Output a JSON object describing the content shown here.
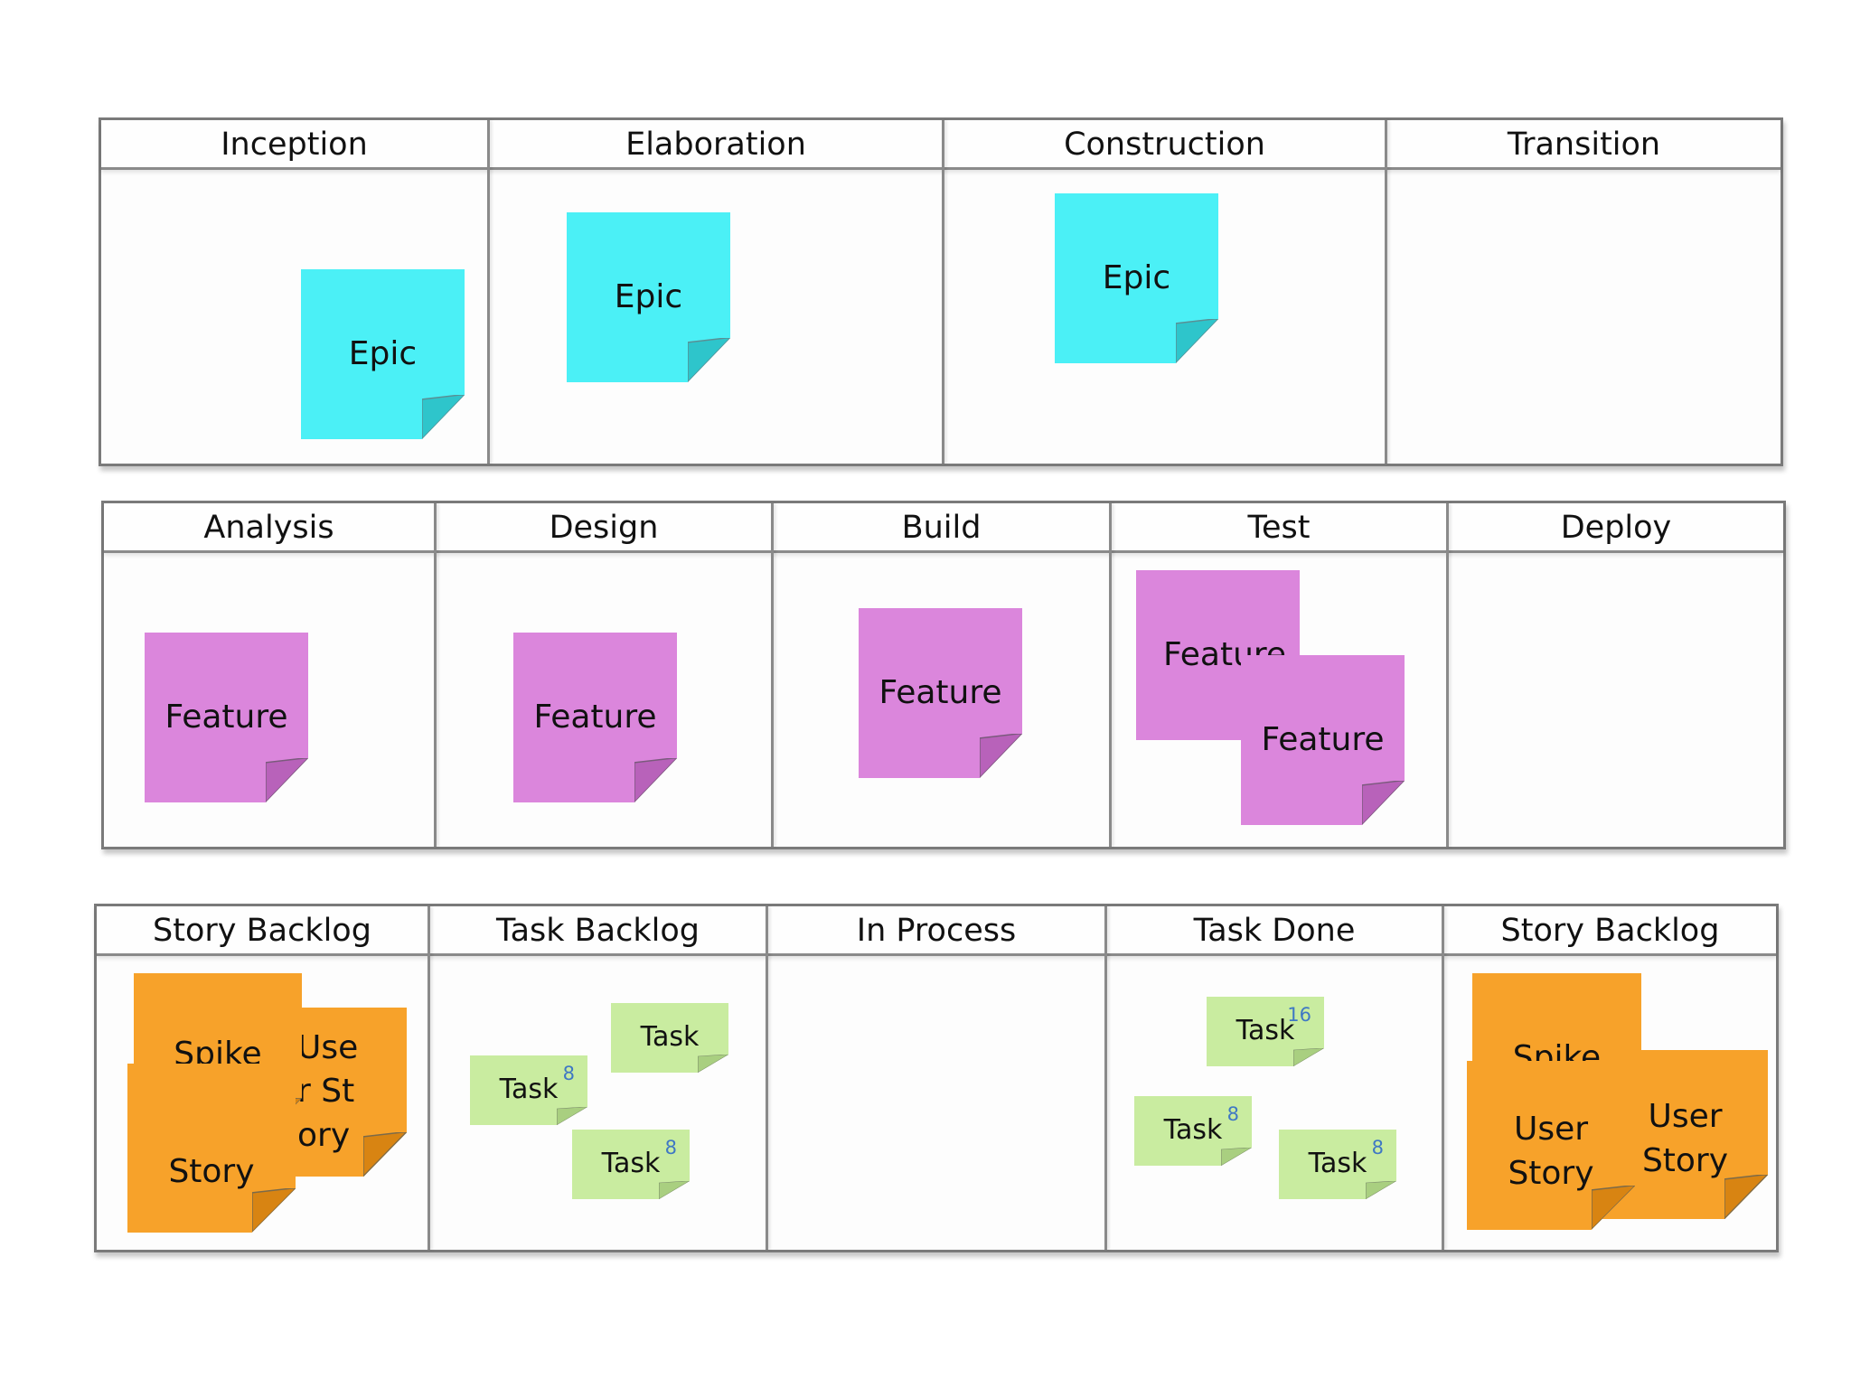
{
  "colors": {
    "epic": "#4bf0f6",
    "feature": "#db86dc",
    "story": "#f7a22a",
    "task": "#c9eca0",
    "badge": "#3f78c4",
    "border": "#7a7a7a"
  },
  "board1": {
    "columns": [
      "Inception",
      "Elaboration",
      "Construction",
      "Transition"
    ],
    "notes": [
      "Epic",
      "Epic",
      "Epic"
    ]
  },
  "board2": {
    "columns": [
      "Analysis",
      "Design",
      "Build",
      "Test",
      "Deploy"
    ],
    "notes": [
      "Feature",
      "Feature",
      "Feature",
      "Feature",
      "Feature"
    ]
  },
  "board3": {
    "columns": [
      "Story Backlog",
      "Task Backlog",
      "In Process",
      "Task Done",
      "Story Backlog"
    ],
    "story_notes": [
      "User Story",
      "Spike",
      "Story",
      "Spike",
      "User Story",
      "User Story"
    ],
    "task_notes": [
      {
        "label": "Task",
        "count": ""
      },
      {
        "label": "Task",
        "count": "8"
      },
      {
        "label": "Task",
        "count": "8"
      },
      {
        "label": "Task",
        "count": "16"
      },
      {
        "label": "Task",
        "count": "8"
      },
      {
        "label": "Task",
        "count": "8"
      }
    ]
  }
}
